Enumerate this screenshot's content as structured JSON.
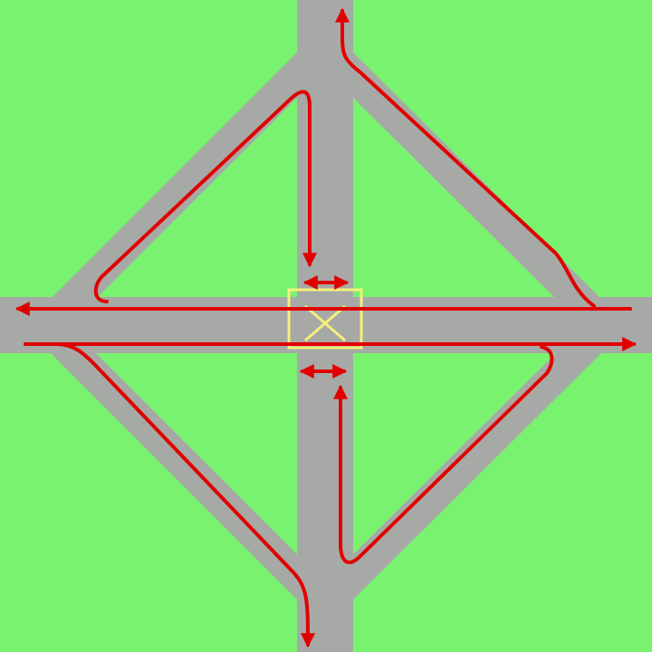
{
  "diagram": {
    "colors": {
      "grass": "#79f36f",
      "road": "#a7a9a6",
      "route": "#e00000",
      "box_marking": "#f4f07a"
    },
    "road_labels": [],
    "routes": [
      {
        "id": "west-left-turn-north",
        "direction": "left-turn"
      },
      {
        "id": "north-right-turn-east",
        "direction": "right-turn"
      },
      {
        "id": "east-left-turn-south",
        "direction": "left-turn"
      },
      {
        "id": "south-right-turn-west",
        "direction": "right-turn"
      },
      {
        "id": "east-through-west",
        "direction": "through"
      },
      {
        "id": "west-through-east",
        "direction": "through"
      }
    ]
  }
}
